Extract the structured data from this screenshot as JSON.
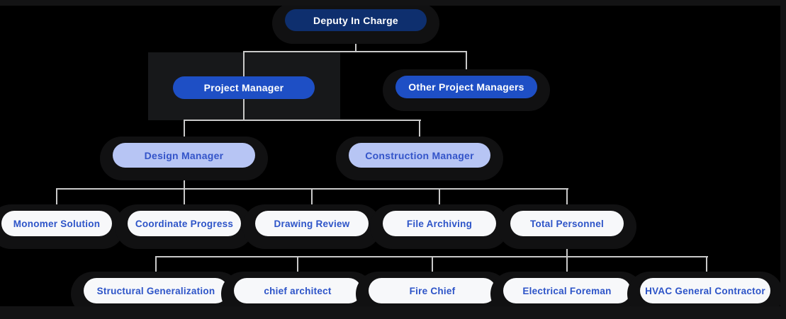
{
  "page": {
    "background_color": "#131314",
    "canvas_color": "#000000",
    "connector_color": "#c9c9c9",
    "glow_color": "#111112",
    "selected_highlight_color": "#17181a"
  },
  "chart": {
    "type": "org-chart",
    "styles": {
      "level1": {
        "bg": "#0e2f6e",
        "fg": "#ffffff"
      },
      "level2": {
        "bg": "#1e4fc5",
        "fg": "#ffffff"
      },
      "level3": {
        "bg": "#b7c5f4",
        "fg": "#3354c9"
      },
      "level4": {
        "bg": "#f7f8fa",
        "fg": "#2d54c8"
      },
      "level5": {
        "bg": "#f7f8fa",
        "fg": "#2d54c8"
      }
    },
    "nodes": [
      {
        "id": "deputy-in-charge",
        "label": "Deputy In Charge",
        "level": 1,
        "parent": null
      },
      {
        "id": "project-manager",
        "label": "Project Manager",
        "level": 2,
        "parent": "deputy-in-charge",
        "selected": true
      },
      {
        "id": "other-project-managers",
        "label": "Other Project Managers",
        "level": 2,
        "parent": "deputy-in-charge"
      },
      {
        "id": "design-manager",
        "label": "Design Manager",
        "level": 3,
        "parent": "project-manager"
      },
      {
        "id": "construction-manager",
        "label": "Construction Manager",
        "level": 3,
        "parent": "project-manager"
      },
      {
        "id": "monomer-solution",
        "label": "Monomer Solution",
        "level": 4,
        "parent": "design-manager"
      },
      {
        "id": "coordinate-progress",
        "label": "Coordinate Progress",
        "level": 4,
        "parent": "design-manager"
      },
      {
        "id": "drawing-review",
        "label": "Drawing Review",
        "level": 4,
        "parent": "design-manager"
      },
      {
        "id": "file-archiving",
        "label": "File Archiving",
        "level": 4,
        "parent": "design-manager"
      },
      {
        "id": "total-personnel",
        "label": "Total Personnel",
        "level": 4,
        "parent": "design-manager"
      },
      {
        "id": "structural-generalization",
        "label": "Structural Generalization",
        "level": 5,
        "parent": "total-personnel"
      },
      {
        "id": "chief-architect",
        "label": "chief architect",
        "level": 5,
        "parent": "total-personnel"
      },
      {
        "id": "fire-chief",
        "label": "Fire Chief",
        "level": 5,
        "parent": "total-personnel"
      },
      {
        "id": "electrical-foreman",
        "label": "Electrical Foreman",
        "level": 5,
        "parent": "total-personnel"
      },
      {
        "id": "hvac-general-contractor",
        "label": "HVAC General Contractor",
        "level": 5,
        "parent": "total-personnel"
      }
    ]
  }
}
